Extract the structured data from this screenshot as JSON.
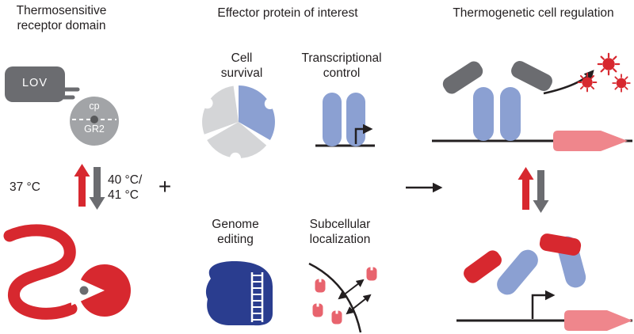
{
  "figure": {
    "title_row": {
      "left_line1": "Thermosensitive",
      "left_line2": "receptor domain",
      "middle": "Effector protein of interest",
      "right": "Thermogenetic cell regulation"
    },
    "receptor_panel": {
      "lov": "LOV",
      "cp": "cp",
      "gr2": "GR2",
      "temp_basal": "37 °C",
      "temp_activated_line1": "40 °C/",
      "temp_activated_line2": "41 °C",
      "plus": "+"
    },
    "effector_panel": {
      "cell_survival_line1": "Cell",
      "cell_survival_line2": "survival",
      "transcriptional_line1": "Transcriptional",
      "transcriptional_line2": "control",
      "genome_line1": "Genome",
      "genome_line2": "editing",
      "subcellular_line1": "Subcellular",
      "subcellular_line2": "localization"
    },
    "colors": {
      "ink": "#231f20",
      "dark_gray": "#6b6c70",
      "mid_gray": "#a2a4a7",
      "light_gray": "#d4d5d7",
      "dot_gray": "#58595b",
      "blue": "#8ba0d2",
      "dark_blue": "#2a3d8f",
      "red": "#d7282f",
      "salmon": "#ef868c",
      "cargo_red": "#e8646e",
      "white": "#ffffff"
    },
    "icons": [
      "lov-domain-icon",
      "cp-gr2-domain-icon",
      "temperature-switch-icon",
      "trp-channel-icon",
      "cp-ring-icon",
      "cell-survival-icon",
      "transcription-pills-icon",
      "cas9-genome-editing-icon",
      "membrane-localization-icon",
      "flow-arrow",
      "dna-line",
      "receptor-pill",
      "lov-cap",
      "virus-burst-icon",
      "promoter-arrow",
      "transcription-start-arrow"
    ]
  }
}
